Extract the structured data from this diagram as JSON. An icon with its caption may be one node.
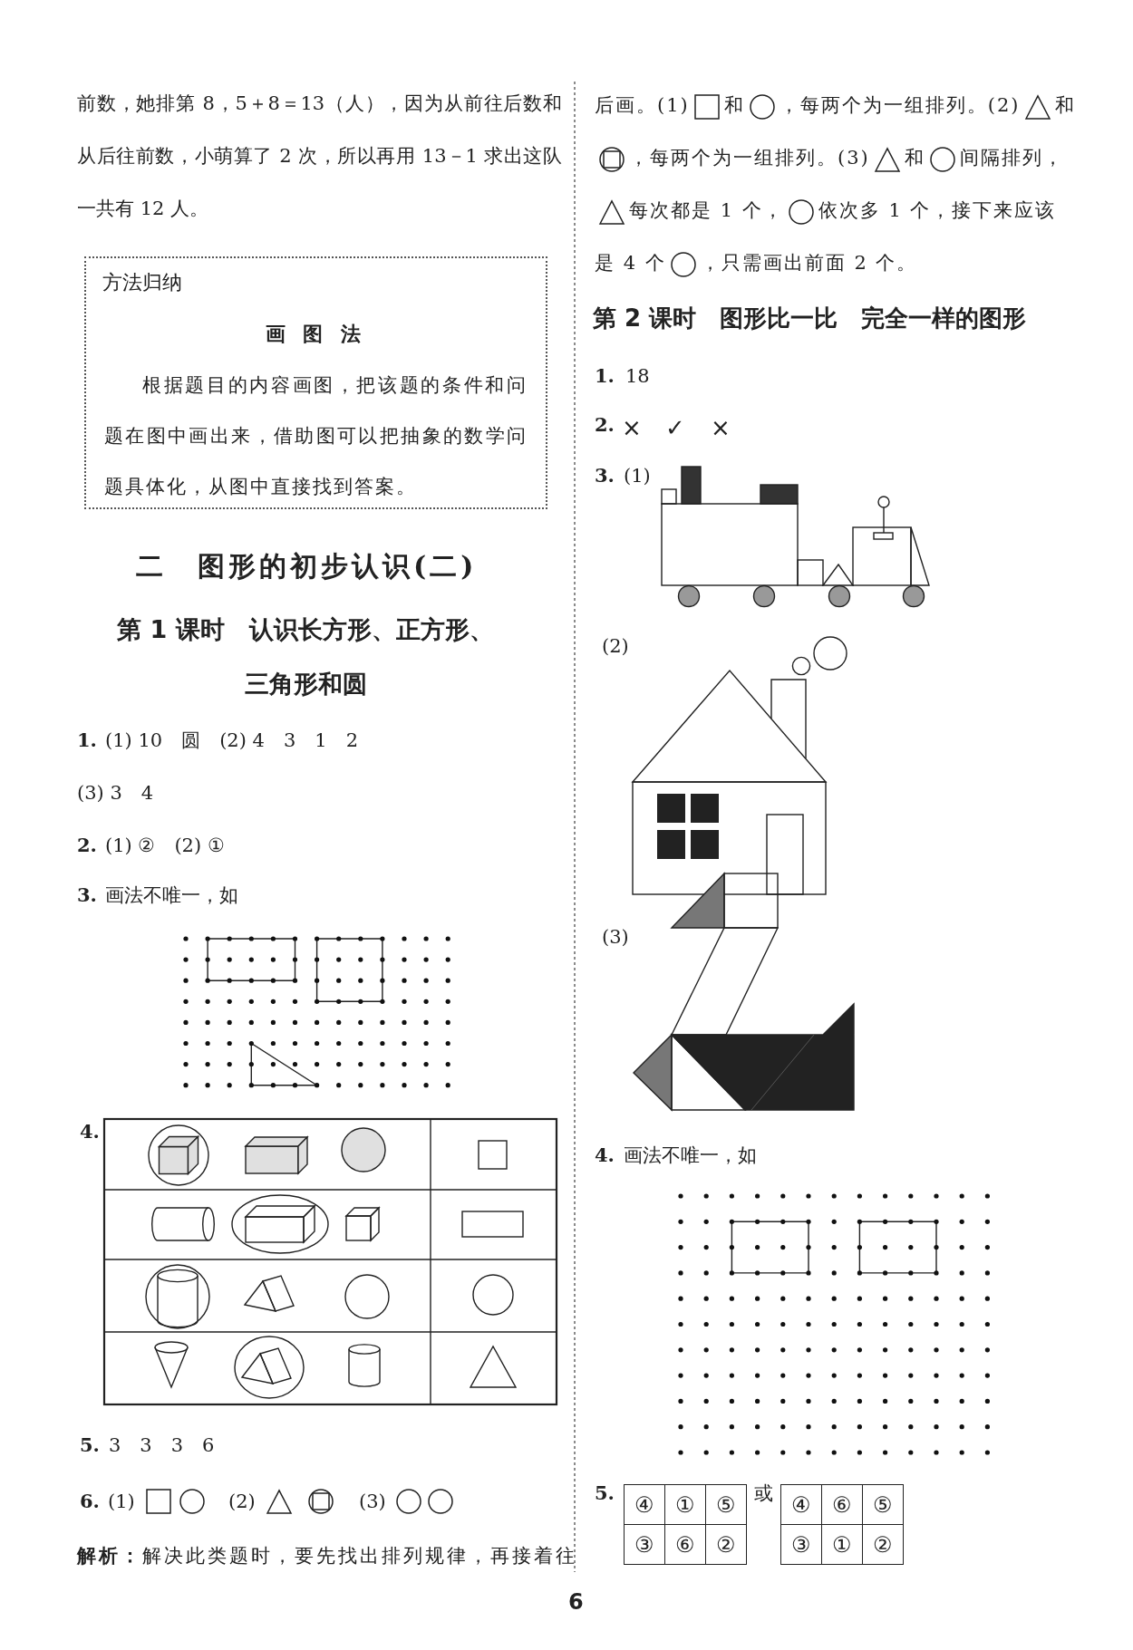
{
  "diagram": {
    "nodes": [
      {
        "text": [
          "方法归纳",
          "画 图 法",
          "根据题目的内容画图，把该题的条件和问题在图中画出来，借助图可以把抽象的数学问题具体化，从图中直接找到答案。"
        ]
      }
    ],
    "labels": [
      "前数，她排第 8，5＋8＝13（人），因为从前往后数和从后往前数，小萌算了 2 次，所以再用 13－1 求出这队一共有 12 人。",
      "二　图形的初步认识(二)",
      "第 1 课时　认识长方形、正方形、三角形和圆",
      "1.",
      "(1) 10　圆　(2) 4　3　1　2",
      "(3) 3　4",
      "2.",
      "(1) ②　(2) ①",
      "3.",
      "画法不唯一，如",
      "4.",
      "5.",
      "3　3　3　6",
      "6.",
      "(1)",
      "(2)",
      "(3)",
      "**解析：**解决此类题时，要先找出排列规律，再接着往",
      "后画。(1)",
      "和",
      "，每两个为一组排列。(2)",
      "和",
      "，每两个为一组排列。(3)",
      "和",
      "间隔排列，",
      "每次都是 1 个，",
      "依次多 1 个，接下来应该是 4 个",
      "，只需画出前面 2 个。",
      "第 2 课时　图形比一比　完全一样的图形",
      "1.",
      "18",
      "2.",
      "×",
      "✓",
      "×",
      "3.",
      "(1)",
      "(2)",
      "(3)",
      "4.",
      "画法不唯一，如",
      "5.",
      "④",
      "①",
      "⑤",
      "③",
      "⑥",
      "②",
      "或",
      "④",
      "⑥",
      "⑤",
      "③",
      "①",
      "②",
      "6"
    ]
  }
}
